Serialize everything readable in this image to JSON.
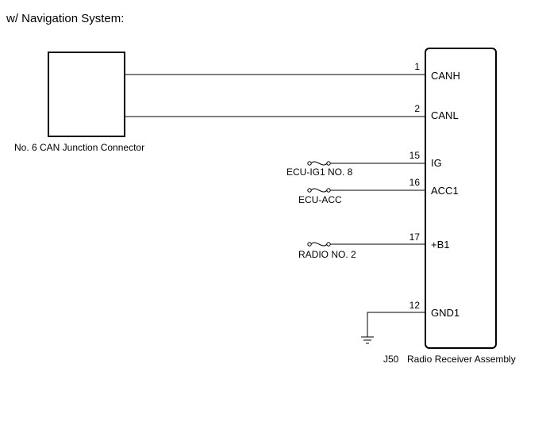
{
  "heading": "w/ Navigation System:",
  "junction_connector": {
    "label": "No. 6 CAN Junction Connector"
  },
  "receiver": {
    "code": "J50",
    "name": "Radio Receiver Assembly"
  },
  "pins": [
    {
      "pin": "1",
      "terminal": "CANH"
    },
    {
      "pin": "2",
      "terminal": "CANL"
    },
    {
      "pin": "15",
      "terminal": "IG",
      "fuse": "ECU-IG1 NO. 8"
    },
    {
      "pin": "16",
      "terminal": "ACC1",
      "fuse": "ECU-ACC"
    },
    {
      "pin": "17",
      "terminal": "+B1",
      "fuse": "RADIO NO. 2"
    },
    {
      "pin": "12",
      "terminal": "GND1"
    }
  ]
}
